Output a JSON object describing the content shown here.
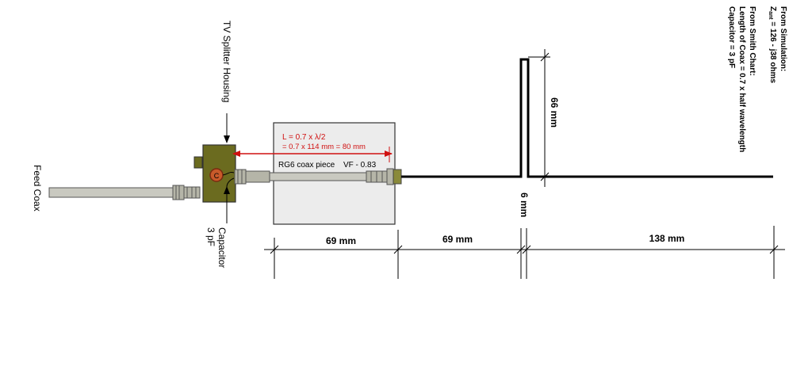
{
  "labels": {
    "feed_coax": "Feed Coax",
    "splitter_housing": "TV Splitter Housing",
    "capacitor": "Capacitor",
    "capacitor_value": "3 pF",
    "cap_symbol": "C",
    "length_formula_1": "L = 0.7 x λ/2",
    "length_formula_2": "= 0.7 x 114 mm = 80 mm",
    "coax_piece": "RG6 coax piece",
    "velocity_factor": "VF - 0.83"
  },
  "dimensions": {
    "seg1": "69 mm",
    "seg2": "69 mm",
    "seg3": "138 mm",
    "gap": "6 mm",
    "stub_height": "66 mm"
  },
  "notes": {
    "sim_heading": "From Simulation:",
    "z_prefix": "Z",
    "z_sub": "ant",
    "z_value": " = 126 - j38 ohms",
    "smith_heading": "From Smith Chart:",
    "coax_length": "Length of Coax = 0.7 x half wavelength",
    "capacitor_note": "Capacitor = 3 pF"
  },
  "colors": {
    "housing_fill": "#6b6b1f",
    "coax_fill": "#c9c9c0",
    "connector_fill": "#b5b5a8",
    "annotation_red": "#d01010",
    "box_fill": "#ececec"
  }
}
